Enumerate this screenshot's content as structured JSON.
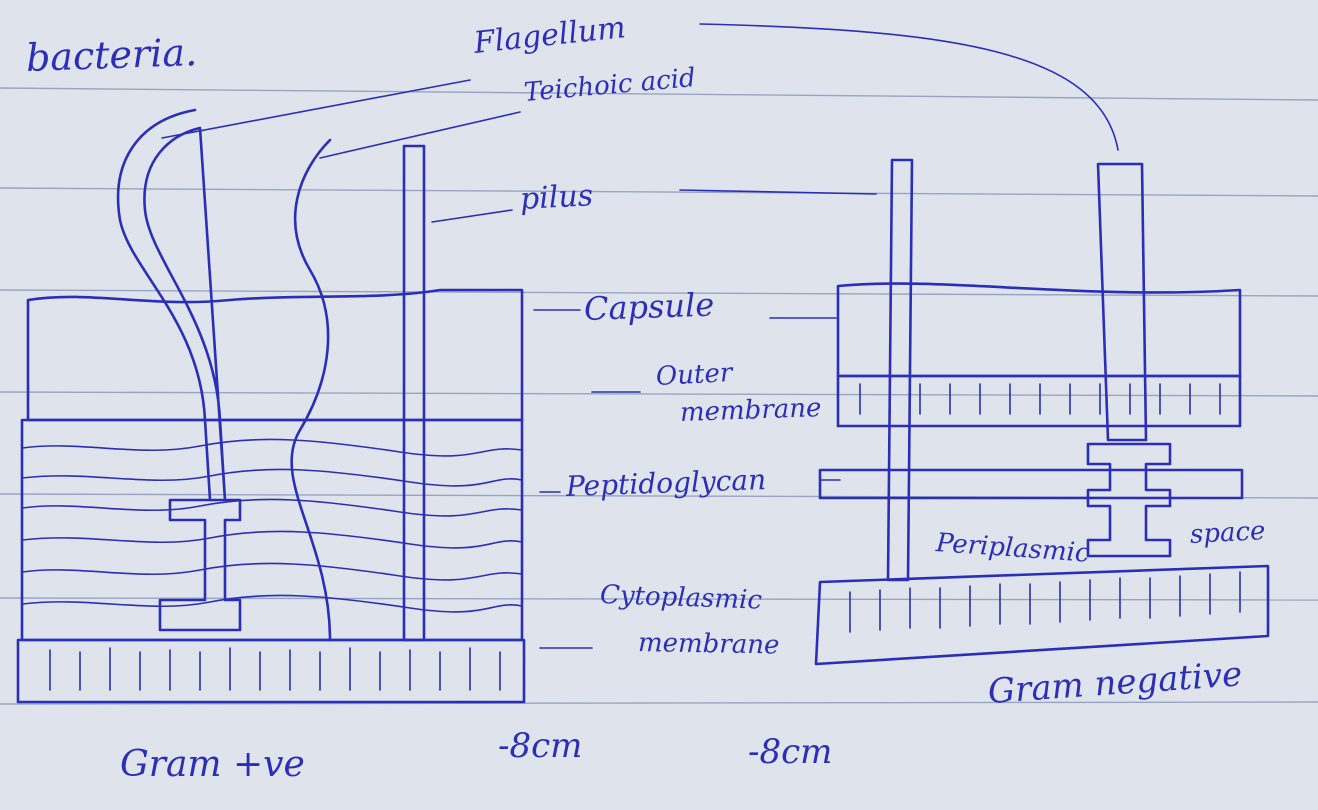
{
  "heading": "bacteria.",
  "labels": {
    "flagellum": "Flagellum",
    "teichoic_acid": "Teichoic acid",
    "pilus": "pilus",
    "capsule": "Capsule",
    "outer_membrane_line1": "Outer",
    "outer_membrane_line2": "membrane",
    "peptidoglycan": "Peptidoglycan",
    "periplasmic": "Periplasmic",
    "space": "space",
    "cytoplasmic_line1": "Cytoplasmic",
    "cytoplasmic_line2": "membrane",
    "gram_positive": "Gram +ve",
    "gram_negative": "Gram negative",
    "thickness_left": "-8cm",
    "thickness_right": "-8cm"
  },
  "colors": {
    "paper": "#dfe3ec",
    "ink": "#2b2fb8",
    "rule": "#7f8fb5"
  }
}
